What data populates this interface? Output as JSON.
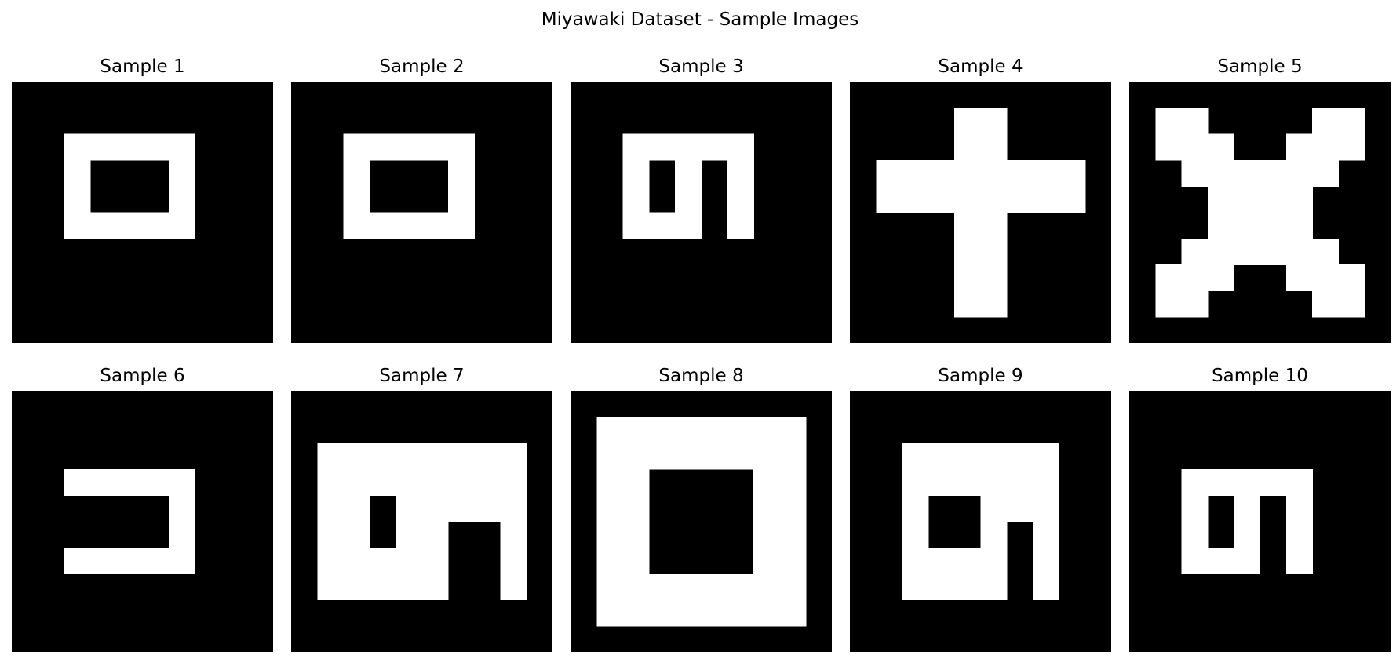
{
  "figure": {
    "title": "Miyawaki Dataset - Sample Images"
  },
  "colors": {
    "on": "#ffffff",
    "off": "#000000"
  },
  "samples": [
    {
      "title": "Sample 1",
      "grid": [
        "0000000000",
        "0000000000",
        "0011111000",
        "0010001000",
        "0010001000",
        "0011111000",
        "0000000000",
        "0000000000",
        "0000000000",
        "0000000000"
      ]
    },
    {
      "title": "Sample 2",
      "grid": [
        "0000000000",
        "0000000000",
        "0011111000",
        "0010001000",
        "0010001000",
        "0011111000",
        "0000000000",
        "0000000000",
        "0000000000",
        "0000000000"
      ]
    },
    {
      "title": "Sample 3",
      "grid": [
        "0000000000",
        "0000000000",
        "0011111000",
        "0010101000",
        "0010101000",
        "0011101000",
        "0000000000",
        "0000000000",
        "0000000000",
        "0000000000"
      ]
    },
    {
      "title": "Sample 4",
      "grid": [
        "0000000000",
        "0000110000",
        "0000110000",
        "0111111110",
        "0111111110",
        "0000110000",
        "0000110000",
        "0000110000",
        "0000110000",
        "0000000000"
      ]
    },
    {
      "title": "Sample 5",
      "grid": [
        "0000000000",
        "0110000110",
        "0111001110",
        "0011111100",
        "0001111000",
        "0001111000",
        "0011111100",
        "0111001110",
        "0110000110",
        "0000000000"
      ]
    },
    {
      "title": "Sample 6",
      "grid": [
        "0000000000",
        "0000000000",
        "0000000000",
        "0011111000",
        "0000001000",
        "0000001000",
        "0011111000",
        "0000000000",
        "0000000000",
        "0000000000"
      ]
    },
    {
      "title": "Sample 7",
      "grid": [
        "0000000000",
        "0000000000",
        "0111111110",
        "0111111110",
        "0110111110",
        "0110110010",
        "0111110010",
        "0111110010",
        "0000000000",
        "0000000000"
      ]
    },
    {
      "title": "Sample 8",
      "grid": [
        "0000000000",
        "0111111110",
        "0111111110",
        "0110000110",
        "0110000110",
        "0110000110",
        "0110000110",
        "0111111110",
        "0111111110",
        "0000000000"
      ]
    },
    {
      "title": "Sample 9",
      "grid": [
        "0000000000",
        "0000000000",
        "0011111100",
        "0011111100",
        "0010011100",
        "0010010100",
        "0011110100",
        "0011110100",
        "0000000000",
        "0000000000"
      ]
    },
    {
      "title": "Sample 10",
      "grid": [
        "0000000000",
        "0000000000",
        "0000000000",
        "0011111000",
        "0010101000",
        "0010101000",
        "0011101000",
        "0000000000",
        "0000000000",
        "0000000000"
      ]
    }
  ]
}
